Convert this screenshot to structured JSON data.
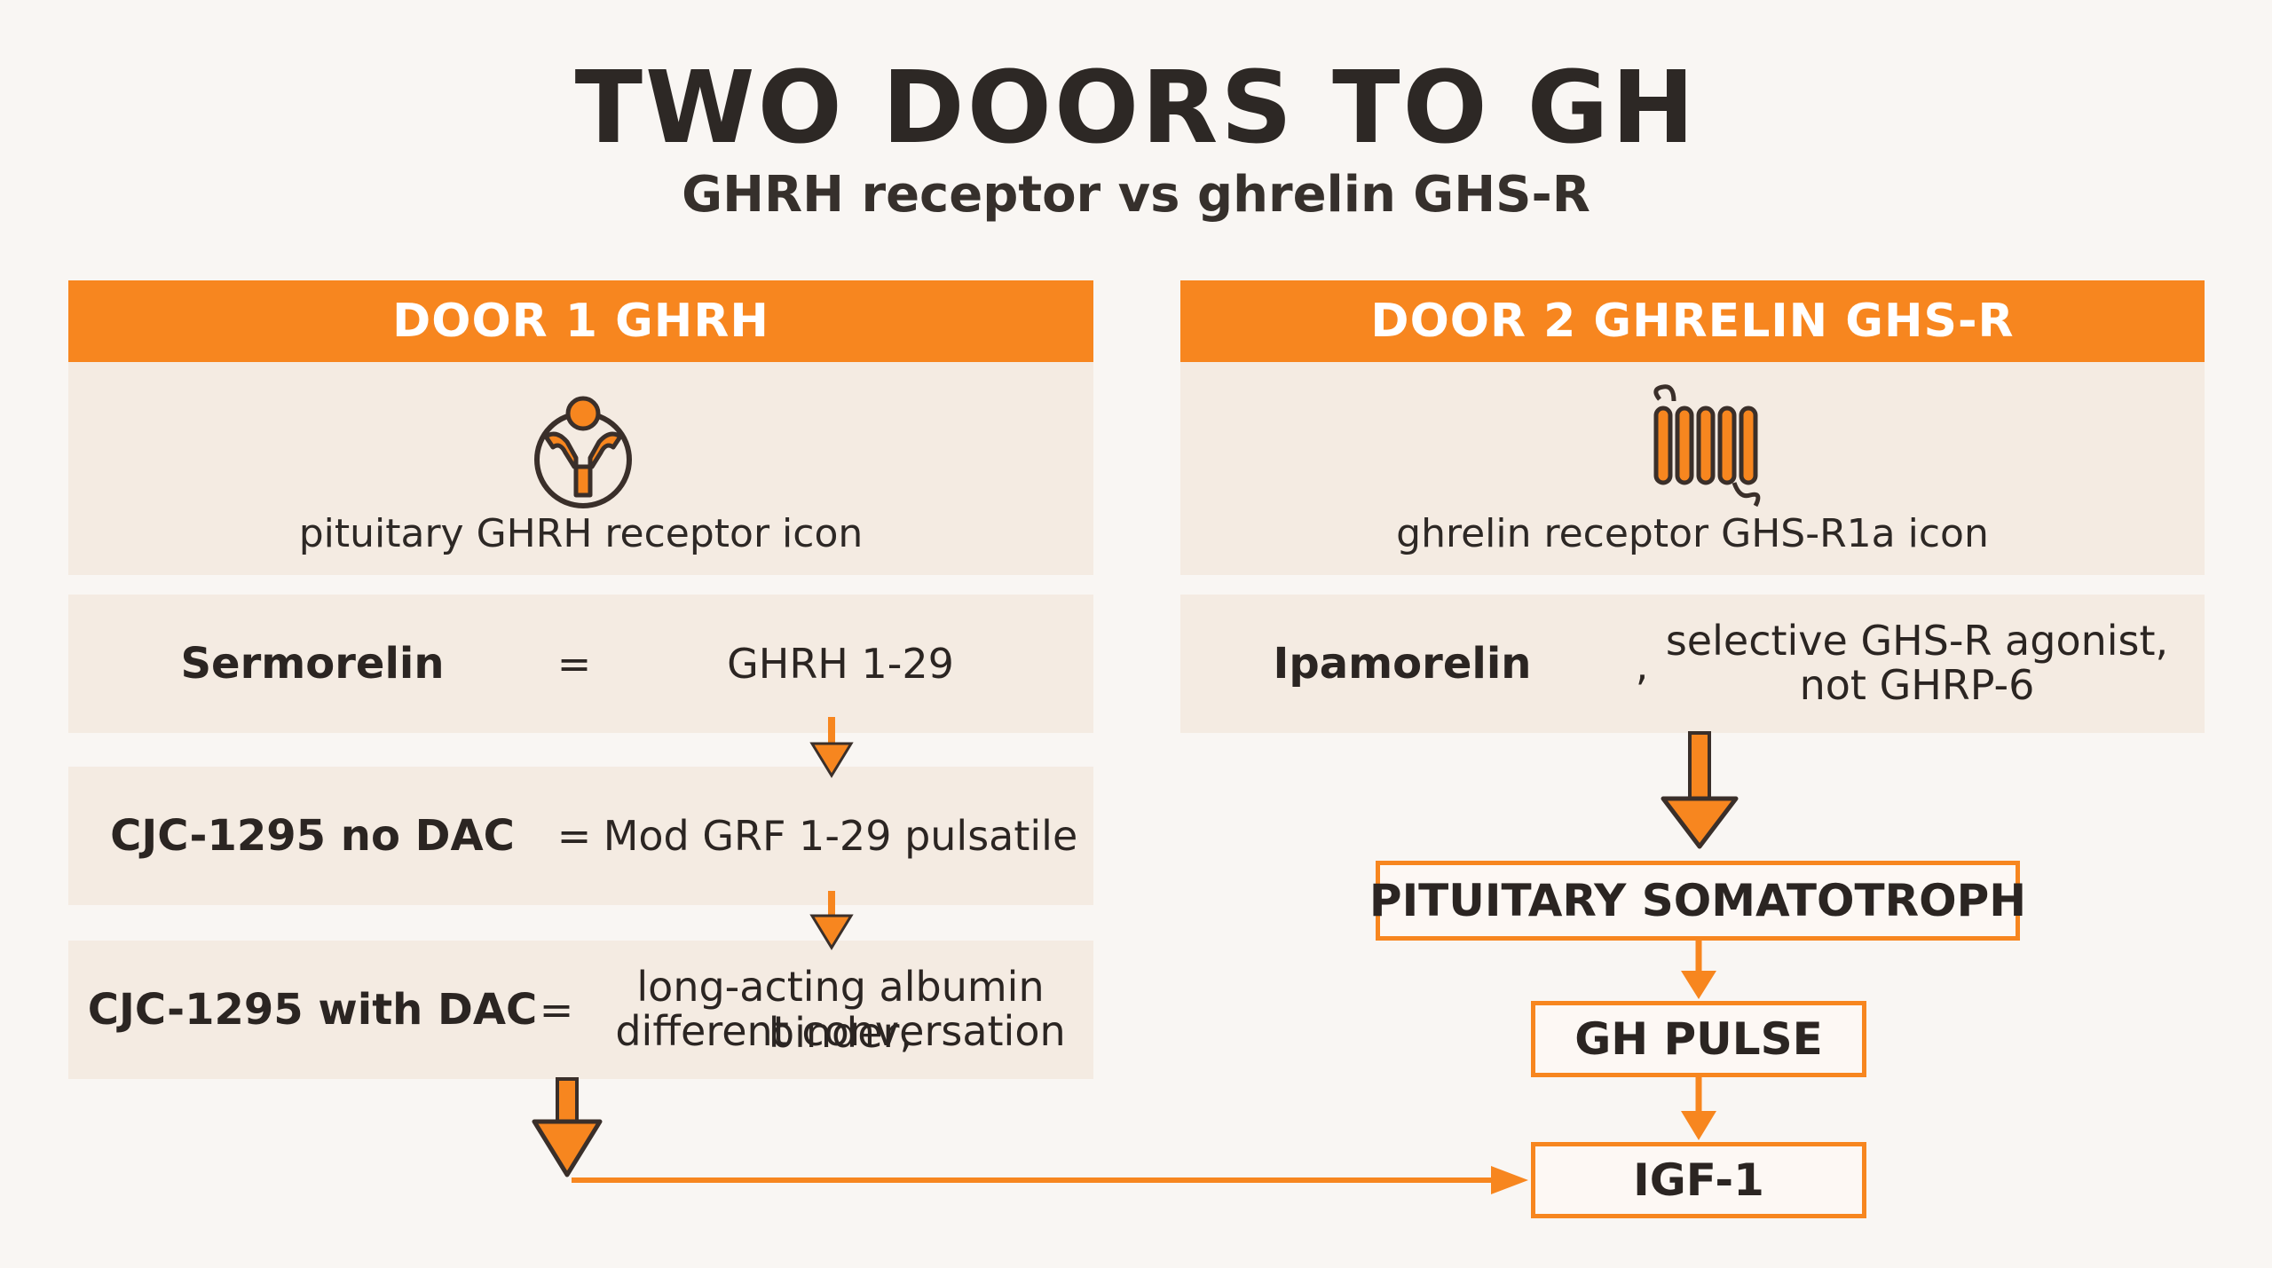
{
  "title": "TWO DOORS TO GH",
  "subtitle": "GHRH receptor vs ghrelin GHS-R",
  "colors": {
    "accent": "#f7861f",
    "panel": "#f4ebe2",
    "text": "#2b2522",
    "background": "#f9f6f3"
  },
  "door1": {
    "header": "DOOR 1 GHRH",
    "icon_name": "receptor-y-icon",
    "icon_caption": "pituitary GHRH receptor icon",
    "rows": [
      {
        "name": "Sermorelin",
        "sep": "=",
        "value": "GHRH 1-29"
      },
      {
        "name": "CJC-1295 no DAC",
        "sep": "=",
        "value": "Mod GRF 1-29 pulsatile"
      },
      {
        "name": "CJC-1295 with DAC",
        "sep": "=",
        "value_line1": "long-acting albumin binder,",
        "value_line2": "different conversation"
      }
    ]
  },
  "door2": {
    "header": "DOOR 2 GHRELIN GHS-R",
    "icon_name": "seven-transmembrane-receptor-icon",
    "icon_caption": "ghrelin receptor GHS-R1a icon",
    "row": {
      "name": "Ipamorelin",
      "sep": ",",
      "value_line1": "selective GHS-R agonist,",
      "value_line2": "not GHRP-6"
    }
  },
  "flow": {
    "step1": "PITUITARY SOMATOTROPH",
    "step2": "GH PULSE",
    "step3": "IGF-1"
  }
}
